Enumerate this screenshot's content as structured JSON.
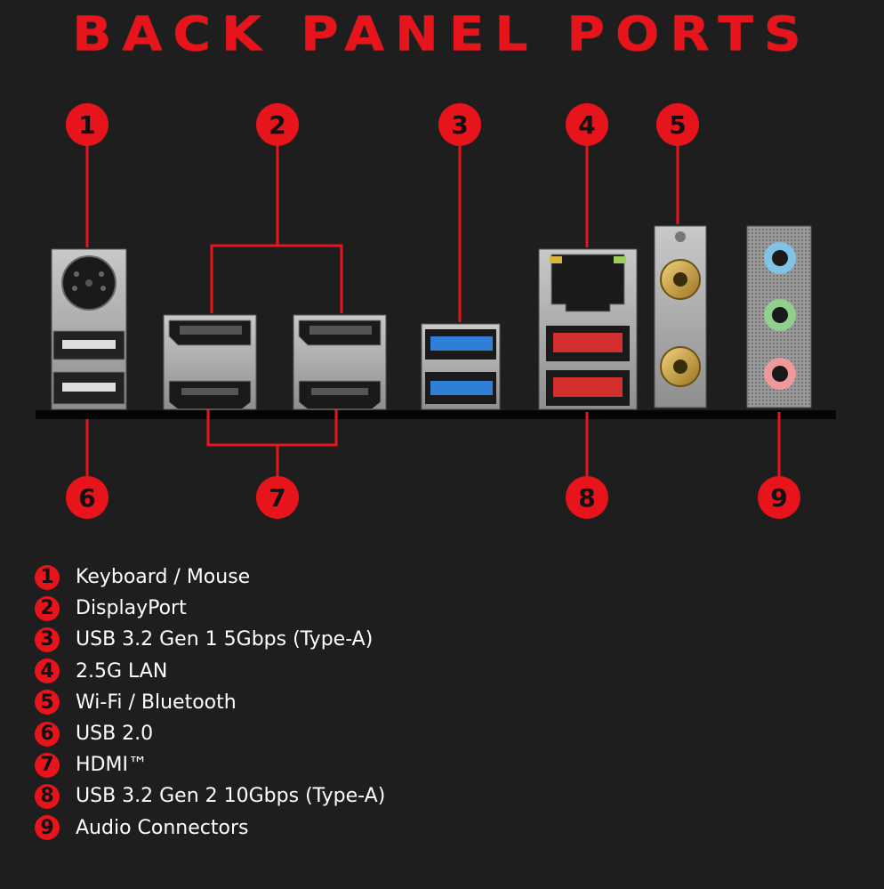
{
  "title": "BACK PANEL PORTS",
  "colors": {
    "accent": "#e8141b",
    "background": "#1e1e1e",
    "usb_3_2_gen1": "#2f7fd6",
    "usb_3_2_gen2": "#d32f2f",
    "audio_blue": "#7fc4e6",
    "audio_green": "#8fd08f",
    "audio_pink": "#ef9a9a"
  },
  "callouts": [
    "1",
    "2",
    "3",
    "4",
    "5",
    "6",
    "7",
    "8",
    "9"
  ],
  "legend": [
    {
      "num": "1",
      "label": "Keyboard / Mouse"
    },
    {
      "num": "2",
      "label": "DisplayPort"
    },
    {
      "num": "3",
      "label": "USB 3.2 Gen 1 5Gbps (Type-A)"
    },
    {
      "num": "4",
      "label": "2.5G LAN"
    },
    {
      "num": "5",
      "label": "Wi-Fi / Bluetooth"
    },
    {
      "num": "6",
      "label": "USB 2.0"
    },
    {
      "num": "7",
      "label": "HDMI™"
    },
    {
      "num": "8",
      "label": "USB 3.2 Gen 2 10Gbps (Type-A)"
    },
    {
      "num": "9",
      "label": "Audio Connectors"
    }
  ]
}
